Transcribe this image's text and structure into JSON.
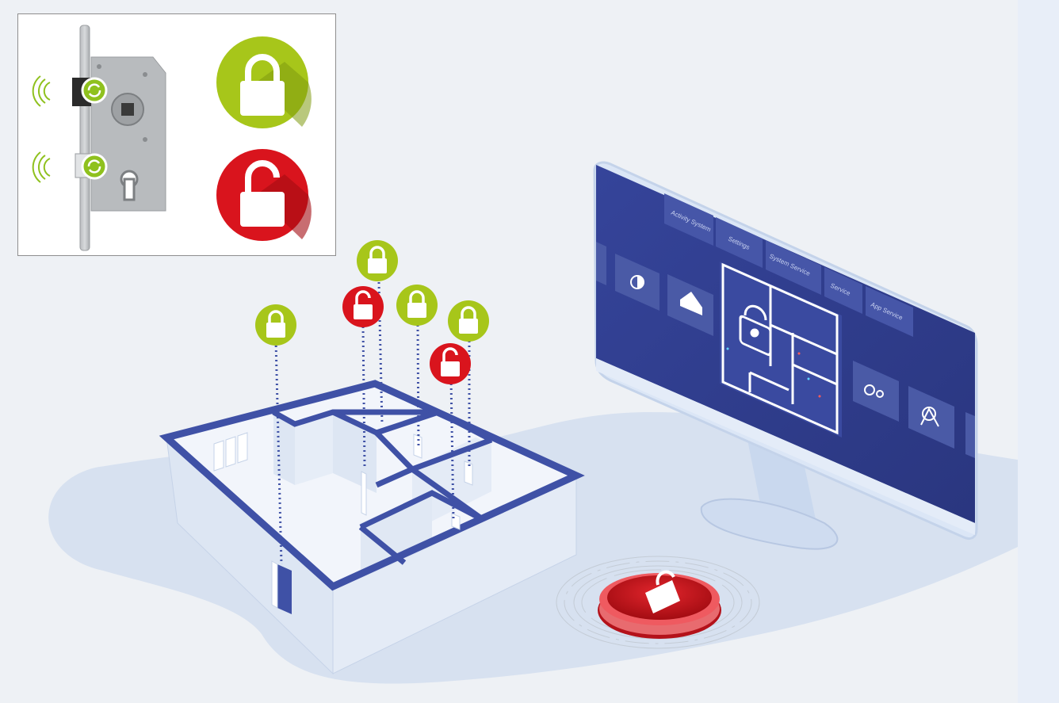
{
  "colors": {
    "background": "#eef1f5",
    "floor_shadow": "#d3deef",
    "wall_blue": "#3f51a6",
    "wall_face": "#dfe7f4",
    "locked_green": "#a7c61a",
    "unlocked_red": "#d9141d",
    "screen_blue": "#2f3c8f",
    "screen_tile": "#4a5aa6"
  },
  "lock_states": {
    "inset_locked": "locked",
    "inset_unlocked": "unlocked",
    "room_pins": [
      "locked",
      "unlocked",
      "locked",
      "locked",
      "unlocked",
      "locked"
    ],
    "main_button": "unlocked"
  },
  "monitor": {
    "menu_tabs": [
      "Activity System",
      "Settings",
      "System Service",
      "Service",
      "App Service"
    ],
    "side_icons": [
      "contrast-icon",
      "home-icon",
      "gears-icon",
      "analytics-icon"
    ]
  },
  "icons": [
    "wifi-signal-icon",
    "sync-icon",
    "padlock-closed-icon",
    "padlock-open-icon"
  ]
}
